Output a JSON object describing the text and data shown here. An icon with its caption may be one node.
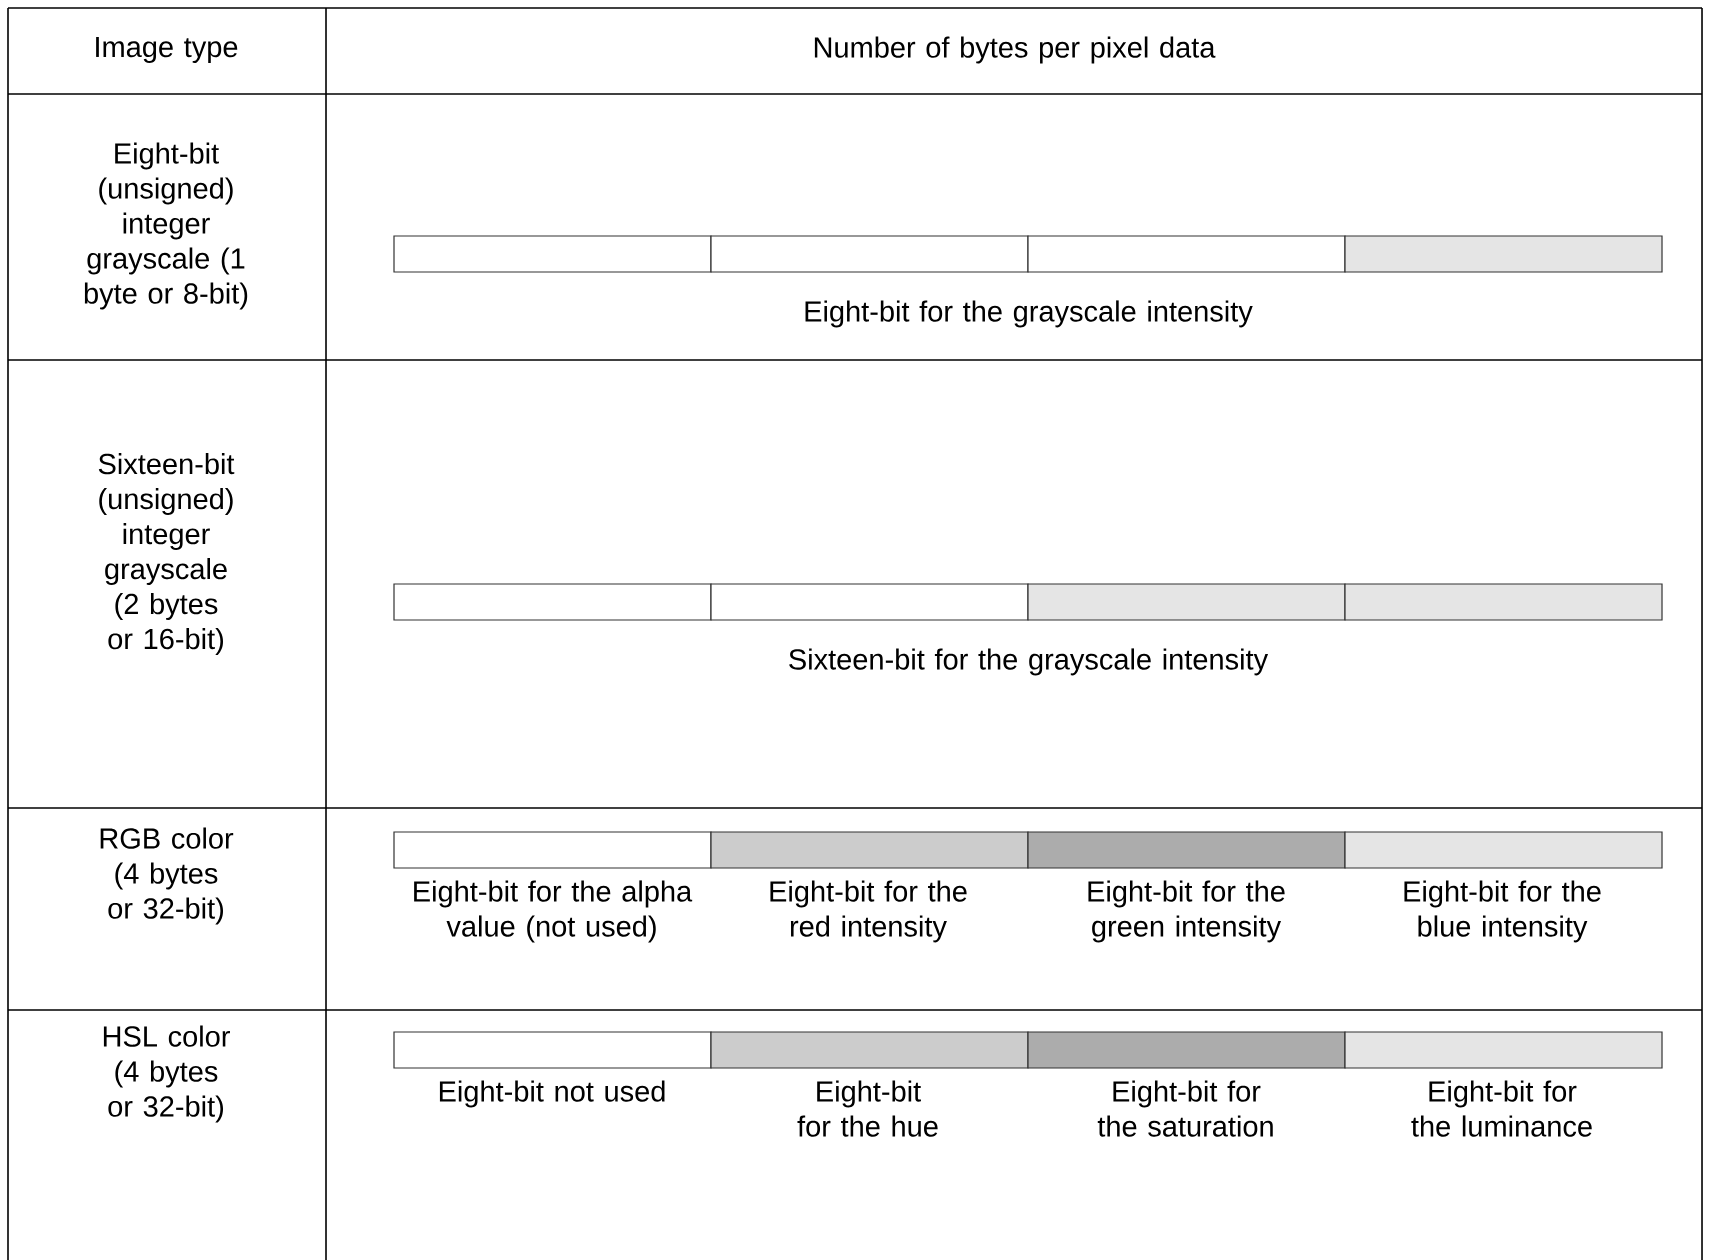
{
  "diagram": {
    "labels": [
      "Image type",
      "Number of bytes per pixel data",
      "Eight-bit (unsigned) integer grayscale (1 byte or 8-bit)",
      "Eight-bit for the grayscale intensity",
      "Sixteen-bit (unsigned) integer grayscale (2 bytes or 16-bit)",
      "Sixteen-bit for the grayscale intensity",
      "RGB color (4 bytes or 32-bit)",
      "Eight-bit for the alpha value (not used)",
      "Eight-bit for the red intensity",
      "Eight-bit for the green intensity",
      "Eight-bit for the blue intensity",
      "HSL color (4 bytes or 32-bit)",
      "Eight-bit not used",
      "Eight-bit for the hue",
      "Eight-bit for the saturation",
      "Eight-bit for the luminance"
    ]
  }
}
